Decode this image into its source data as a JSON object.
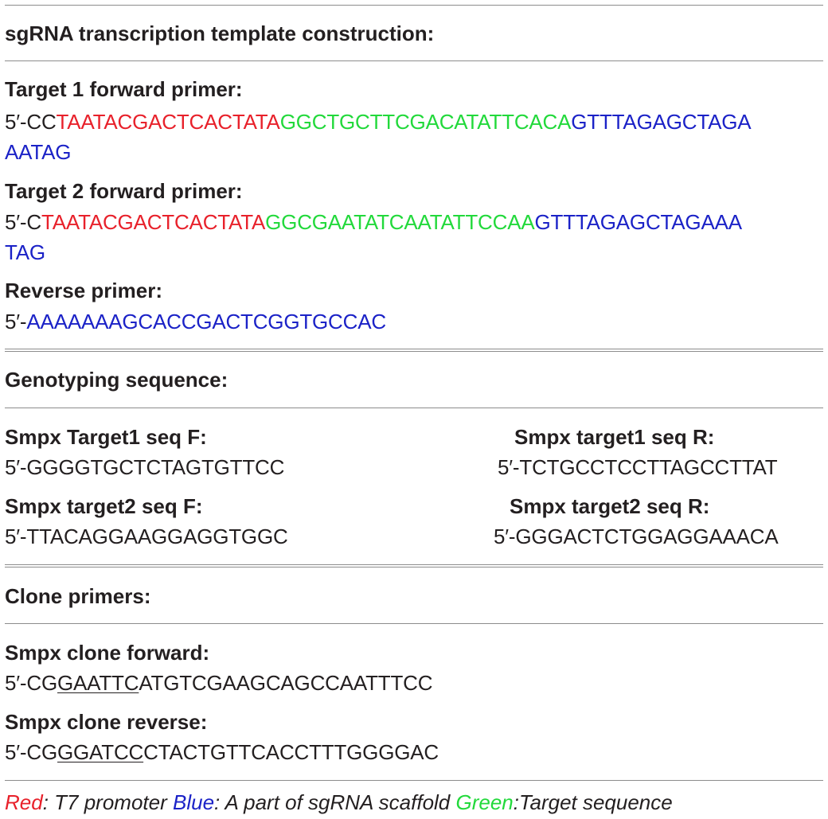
{
  "sections": {
    "sgrna": {
      "heading": "sgRNA transcription template construction:",
      "target1": {
        "label": "Target 1 forward primer:",
        "prefix": "5′-CC",
        "red": "TAATACGACTCACTATA",
        "green": "GGCTGCTTCGACATATTCACA",
        "blue_line1": "GTTTAGAGCTAGA",
        "blue_line2": "AATAG"
      },
      "target2": {
        "label": "Target 2 forward primer:",
        "prefix": "5′-C",
        "red": "TAATACGACTCACTATA",
        "green": "GGCGAATATCAATATTCCAA",
        "blue_line1": "GTTTAGAGCTAGAAA",
        "blue_line2": "TAG"
      },
      "reverse": {
        "label": "Reverse primer:",
        "prefix": "5′-",
        "blue": "AAAAAAAGCACCGACTCGGTGCCAC"
      }
    },
    "genotyping": {
      "heading": "Genotyping sequence:",
      "t1_f_label": "Smpx Target1 seq F:",
      "t1_f_seq": "5′-GGGGTGCTCTAGTGTTCC",
      "t1_r_label": "Smpx target1 seq R:",
      "t1_r_seq": "5′-TCTGCCTCCTTAGCCTTAT",
      "t2_f_label": "Smpx target2 seq F:",
      "t2_f_seq": "5′-TTACAGGAAGGAGGTGGC",
      "t2_r_label": "Smpx target2 seq R:",
      "t2_r_seq": "5′-GGGACTCTGGAGGAAACA"
    },
    "clone": {
      "heading": "Clone primers:",
      "fwd_label": "Smpx clone forward:",
      "fwd_prefix": "5′-CG",
      "fwd_site": "GAATTC",
      "fwd_rest": "ATGTCGAAGCAGCCAATTTCC",
      "rev_label": "Smpx clone reverse:",
      "rev_prefix": "5′-CG",
      "rev_site": "GGATCC",
      "rev_rest": "CTACTGTTCACCTTTGGGGAC"
    }
  },
  "legend": {
    "red_word": "Red",
    "red_desc": ": T7 promoter ",
    "blue_word": "Blue",
    "blue_desc": ": A part of sgRNA scaffold ",
    "green_word": "Green",
    "green_desc": ":Target sequence"
  },
  "colors": {
    "red": "#e8212b",
    "green": "#22d93b",
    "blue": "#1b22c7",
    "text": "#231f20",
    "rule": "#8c8c8c"
  }
}
